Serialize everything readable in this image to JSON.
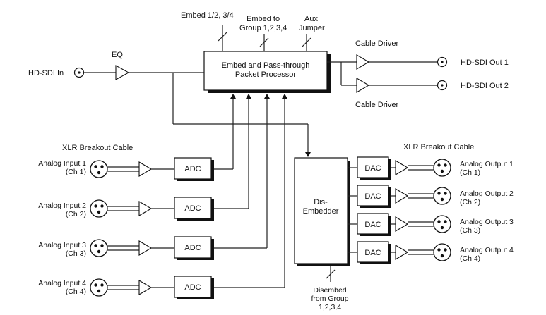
{
  "inputs": {
    "hd_sdi_in": "HD-SDI In",
    "eq": "EQ"
  },
  "packet_processor": {
    "line1": "Embed and Pass-through",
    "line2": "Packet Processor"
  },
  "top_labels": {
    "embed": "Embed 1/2, 3/4",
    "embed_to_1": "Embed to",
    "embed_to_2": "Group 1,2,3,4",
    "aux_1": "Aux",
    "aux_2": "Jumper"
  },
  "outputs": {
    "cable_driver_top": "Cable Driver",
    "cable_driver_bottom": "Cable Driver",
    "out1": "HD-SDI Out 1",
    "out2": "HD-SDI Out 2"
  },
  "left_xlr_title": "XLR Breakout Cable",
  "right_xlr_title": "XLR Breakout Cable",
  "analog_inputs": [
    {
      "line1": "Analog Input 1",
      "line2": "(Ch 1)"
    },
    {
      "line1": "Analog Input 2",
      "line2": "(Ch 2)"
    },
    {
      "line1": "Analog Input 3",
      "line2": "(Ch 3)"
    },
    {
      "line1": "Analog Input 4",
      "line2": "(Ch 4)"
    }
  ],
  "adc_label": "ADC",
  "dac_label": "DAC",
  "disembedder": {
    "line1": "Dis-",
    "line2": "Embedder"
  },
  "disembed_note": {
    "line1": "Disembed",
    "line2": "from Group",
    "line3": "1,2,3,4"
  },
  "analog_outputs": [
    {
      "line1": "Analog Output 1",
      "line2": "(Ch 1)"
    },
    {
      "line1": "Analog Output 2",
      "line2": "(Ch 2)"
    },
    {
      "line1": "Analog Output 3",
      "line2": "(Ch 3)"
    },
    {
      "line1": "Analog Output 4",
      "line2": "(Ch 4)"
    }
  ]
}
